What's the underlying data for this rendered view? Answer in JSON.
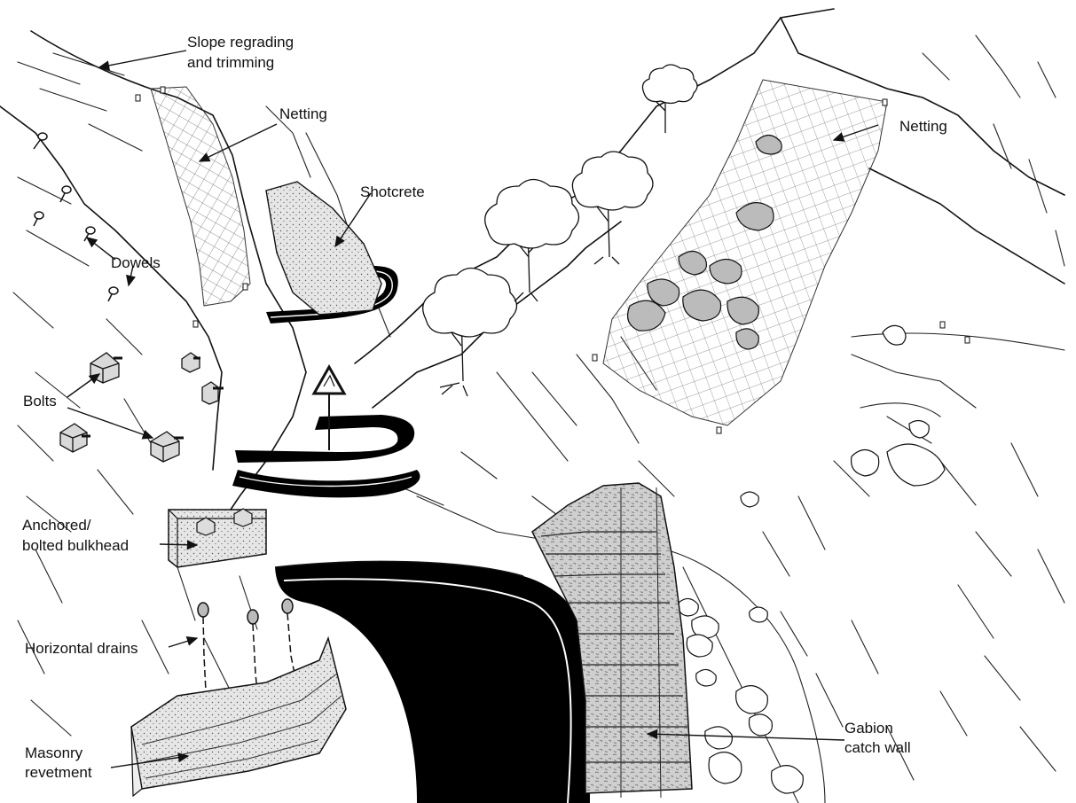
{
  "labels": {
    "slope_regrading": [
      "Slope regrading",
      "and trimming"
    ],
    "netting_left": "Netting",
    "netting_right": "Netting",
    "shotcrete": "Shotcrete",
    "dowels": "Dowels",
    "bolts": "Bolts",
    "bulkhead": [
      "Anchored/",
      "bolted bulkhead"
    ],
    "drains": "Horizontal drains",
    "masonry": [
      "Masonry",
      "revetment"
    ],
    "gabion": [
      "Gabion",
      "catch wall"
    ]
  }
}
